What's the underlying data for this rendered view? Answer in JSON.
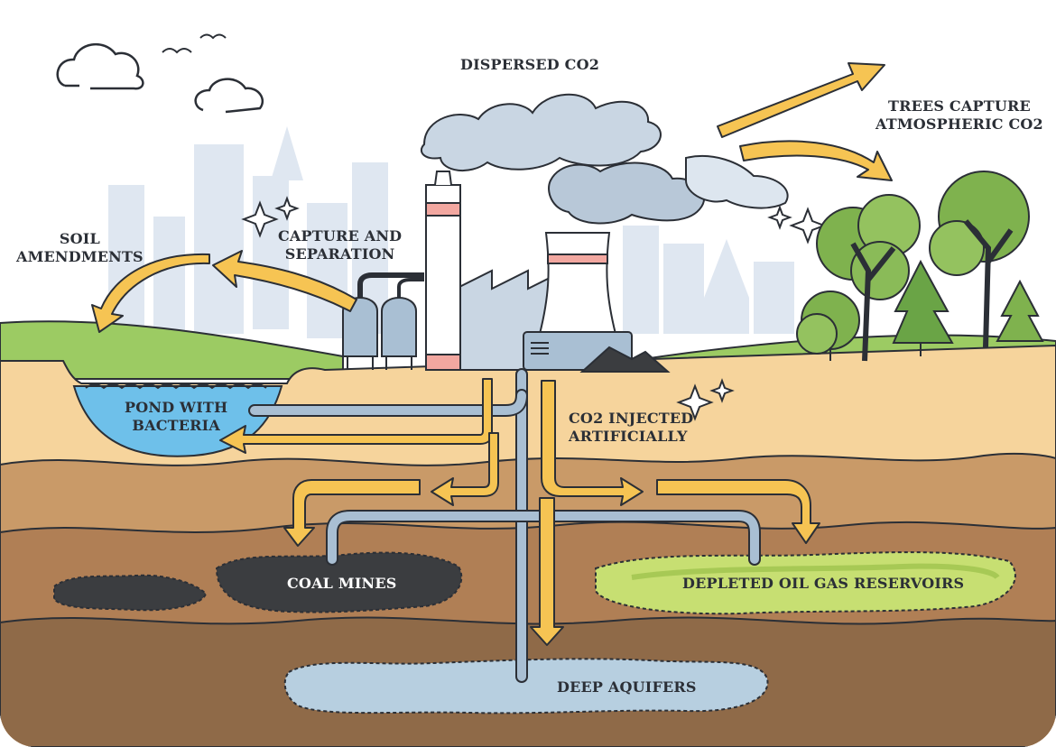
{
  "labels": {
    "dispersed_co2": "DISPERSED CO2",
    "trees_capture": [
      "TREES CAPTURE",
      "ATMOSPHERIC CO2"
    ],
    "soil_amendments": [
      "SOIL",
      "AMENDMENTS"
    ],
    "capture_separation": [
      "CAPTURE AND",
      "SEPARATION"
    ],
    "pond_bacteria": [
      "POND WITH",
      "BACTERIA"
    ],
    "co2_injected": [
      "CO2 INJECTED",
      "ARTIFICIALLY"
    ],
    "coal_mines": "COAL MINES",
    "depleted_reservoirs": "DEPLETED OIL GAS RESERVOIRS",
    "deep_aquifers": "DEEP AQUIFERS"
  },
  "colors": {
    "arrow": "#f6c453",
    "outline": "#2b2f36",
    "pipe": "#a9bfd3",
    "pond": "#6ec0ea",
    "coal": "#3b3d40",
    "reservoir": "#c7df72",
    "aquifer": "#b7cfe0",
    "grass": "#94c25f",
    "soil_top": "#f5d49a",
    "soil_mid": "#c89a6a",
    "soil_deep": "#8e6a47"
  },
  "icons": [
    "cloud-icon",
    "bird-icon",
    "sparkle-icon",
    "factory-icon",
    "cooling-tower-icon",
    "storage-tank-icon",
    "tree-icon",
    "arrow-icon"
  ]
}
